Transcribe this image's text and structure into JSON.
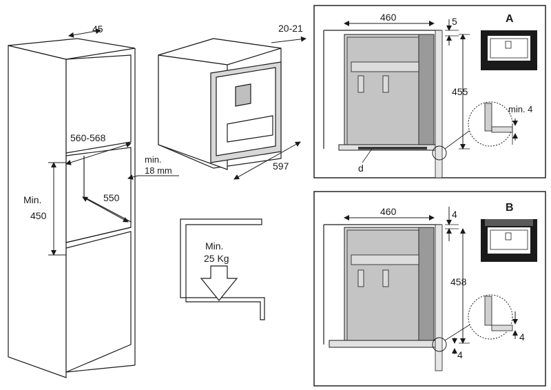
{
  "cabinet": {
    "top_width": "45",
    "niche_width": "560-568",
    "min_gap_line1": "min.",
    "min_gap_line2": "18 mm",
    "niche_height_line1": "Min.",
    "niche_height_line2": "450",
    "niche_depth": "550"
  },
  "appliance": {
    "gap": "20-21",
    "width": "597"
  },
  "shelf": {
    "load_line1": "Min.",
    "load_line2": "25 Kg"
  },
  "panel_a": {
    "title": "A",
    "depth": "460",
    "top_gap": "5",
    "height": "455",
    "detail_line1": "min. 4",
    "part_label": "d"
  },
  "panel_b": {
    "title": "B",
    "depth": "460",
    "top_gap": "4",
    "height": "458",
    "detail_gap": "4",
    "bottom_gap": "4"
  },
  "colors": {
    "line": "#1a1a1a",
    "fill_grey": "#cfcfcf",
    "fill_dark": "#5a5a5a",
    "panel_border": "#222222"
  }
}
